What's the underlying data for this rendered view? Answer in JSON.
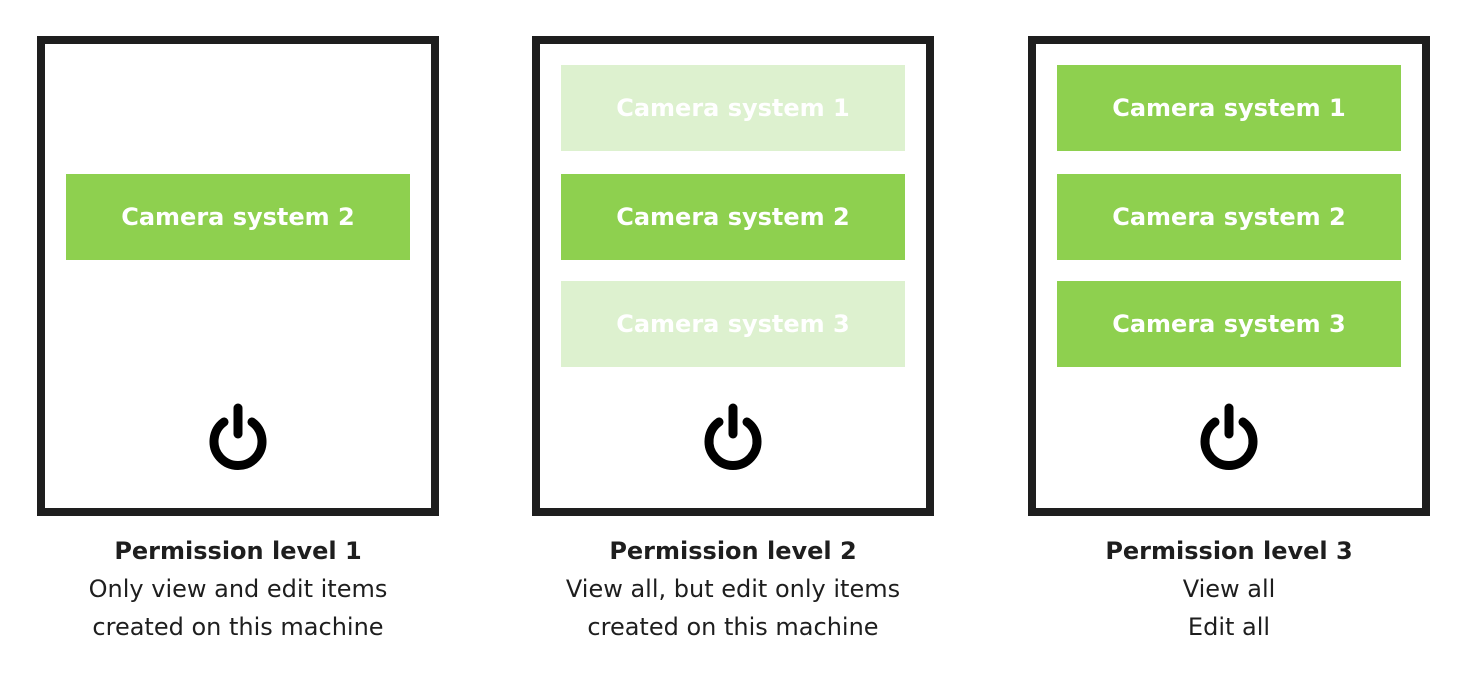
{
  "colors": {
    "frame": "#1e1e1e",
    "camera_active": "#8ed04f",
    "camera_faded": "#ddf1cf",
    "text_on_camera": "#ffffff",
    "power_icon": "#000000"
  },
  "panels": [
    {
      "cameras": [
        {
          "label": "Camera system 2",
          "state": "active"
        }
      ],
      "power_icon": "power-icon",
      "caption": {
        "title": "Permission level 1",
        "line1": "Only view and edit items",
        "line2": "created on this machine"
      }
    },
    {
      "cameras": [
        {
          "label": "Camera system 1",
          "state": "faded"
        },
        {
          "label": "Camera system 2",
          "state": "active"
        },
        {
          "label": "Camera system 3",
          "state": "faded"
        }
      ],
      "power_icon": "power-icon",
      "caption": {
        "title": "Permission level 2",
        "line1": "View all, but edit only items",
        "line2": "created on this machine"
      }
    },
    {
      "cameras": [
        {
          "label": "Camera system 1",
          "state": "active"
        },
        {
          "label": "Camera system 2",
          "state": "active"
        },
        {
          "label": "Camera system 3",
          "state": "active"
        }
      ],
      "power_icon": "power-icon",
      "caption": {
        "title": "Permission level 3",
        "line1": "View all",
        "line2": "Edit all"
      }
    }
  ]
}
